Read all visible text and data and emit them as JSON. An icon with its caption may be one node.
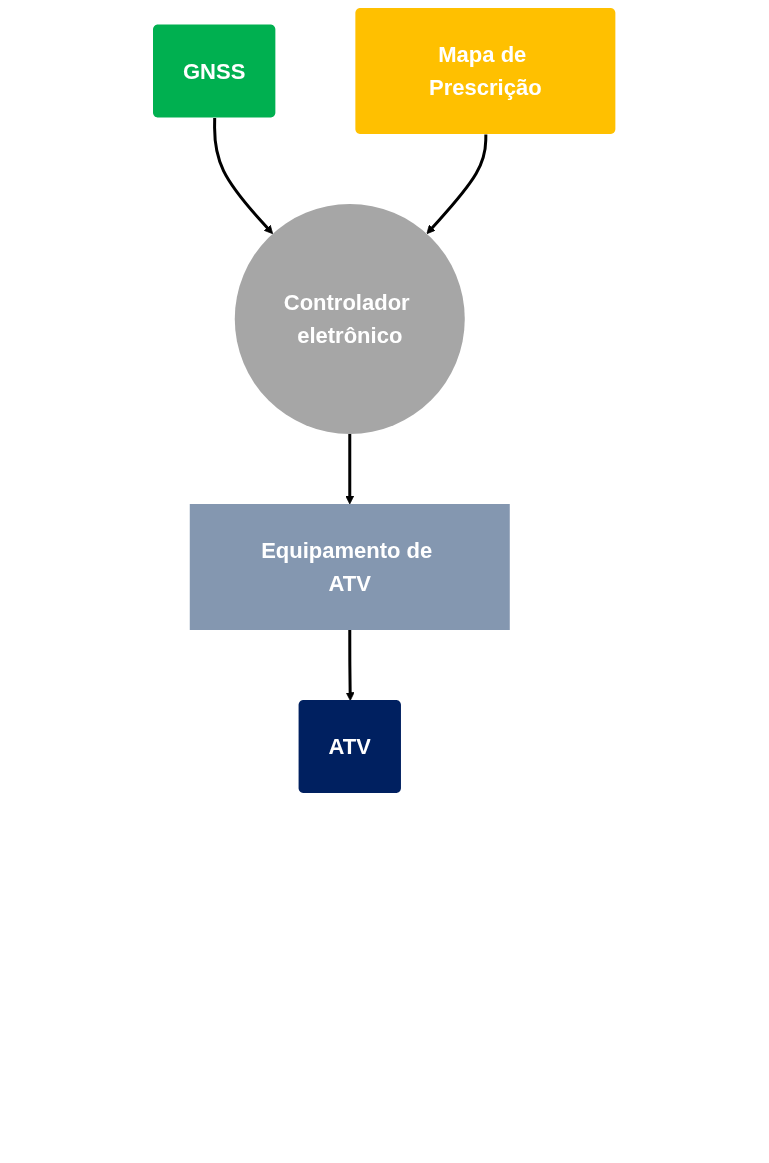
{
  "diagram": {
    "nodes": [
      {
        "text": [
          "GNSS"
        ]
      },
      {
        "text": [
          "Mapa de Prescrição"
        ]
      },
      {
        "text": [
          "Controlador eletrônico"
        ]
      },
      {
        "text": [
          "Equipamento de ATV"
        ]
      },
      {
        "text": [
          "ATV"
        ]
      }
    ],
    "edges": [
      {
        "from": 0,
        "to": 2,
        "arrow": "to"
      },
      {
        "from": 1,
        "to": 2,
        "arrow": "to"
      },
      {
        "from": 2,
        "to": 3,
        "arrow": "to"
      },
      {
        "from": 3,
        "to": 4,
        "arrow": "to"
      }
    ]
  }
}
